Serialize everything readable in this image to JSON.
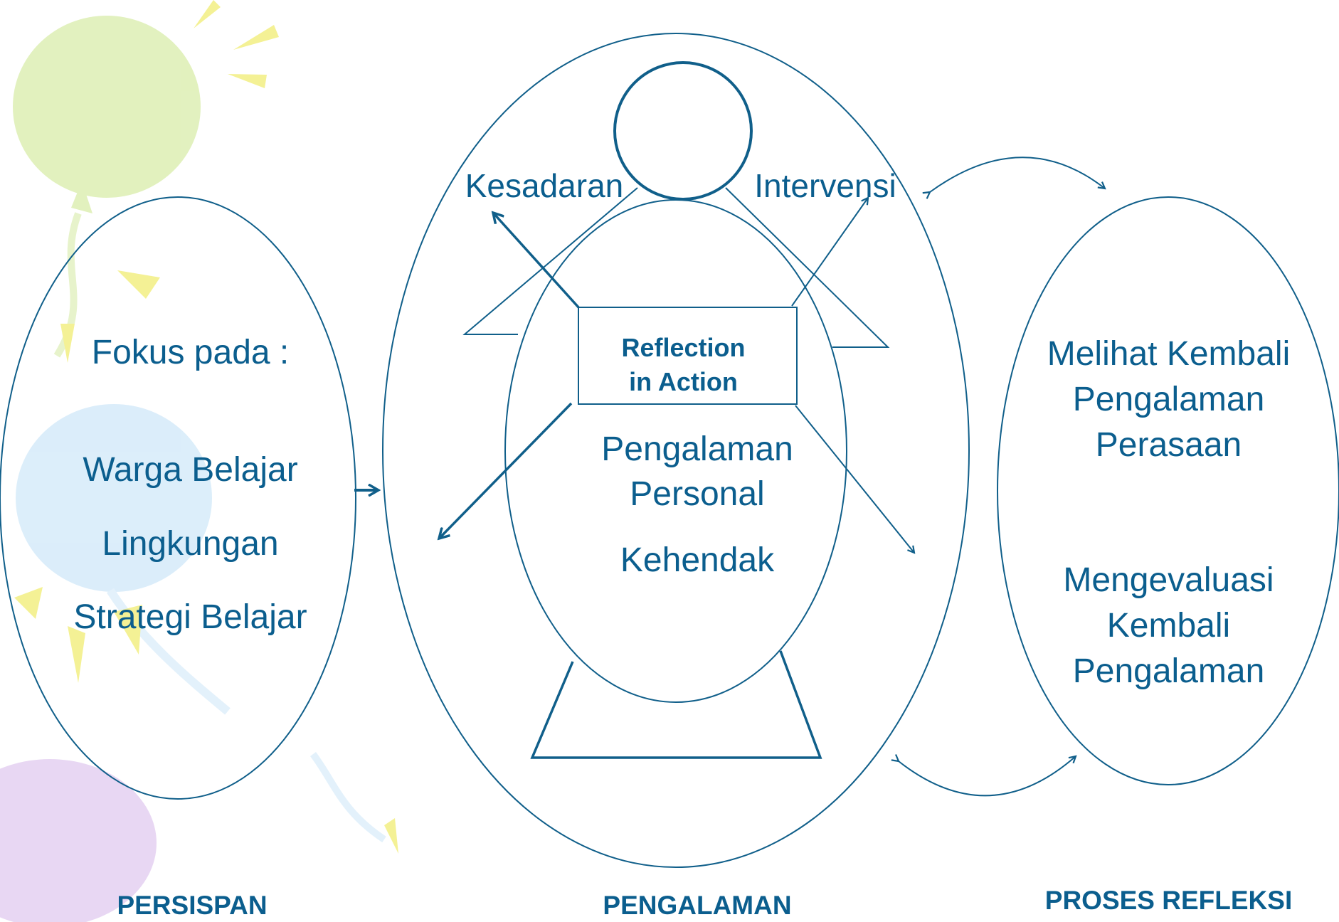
{
  "colors": {
    "ink": "#0b5e8e",
    "line": "#105f8a",
    "balloon_green": "#dff0b8",
    "balloon_blue": "#d8ecfa",
    "balloon_purple": "#e6d3f2",
    "confetti_yellow": "#f3f08a"
  },
  "left_panel": {
    "heading": "Fokus pada :",
    "items": [
      "Warga Belajar",
      "Lingkungan",
      "Strategi Belajar"
    ]
  },
  "center_panel": {
    "labels": {
      "left": "Kesadaran",
      "right": "Intervensi"
    },
    "box": {
      "line1": "Reflection",
      "line2": "in Action"
    },
    "body": {
      "line1": "Pengalaman",
      "line2": "Personal",
      "line3": "Kehendak"
    }
  },
  "right_panel": {
    "group1": [
      "Melihat Kembali",
      "Pengalaman",
      "Perasaan"
    ],
    "group2": [
      "Mengevaluasi",
      "Kembali",
      "Pengalaman"
    ]
  },
  "footer": {
    "left": "PERSISPAN",
    "center": "PENGALAMAN",
    "right": "PROSES REFLEKSI"
  },
  "icons": [
    "balloon-green-icon",
    "balloon-blue-icon",
    "balloon-purple-icon"
  ]
}
